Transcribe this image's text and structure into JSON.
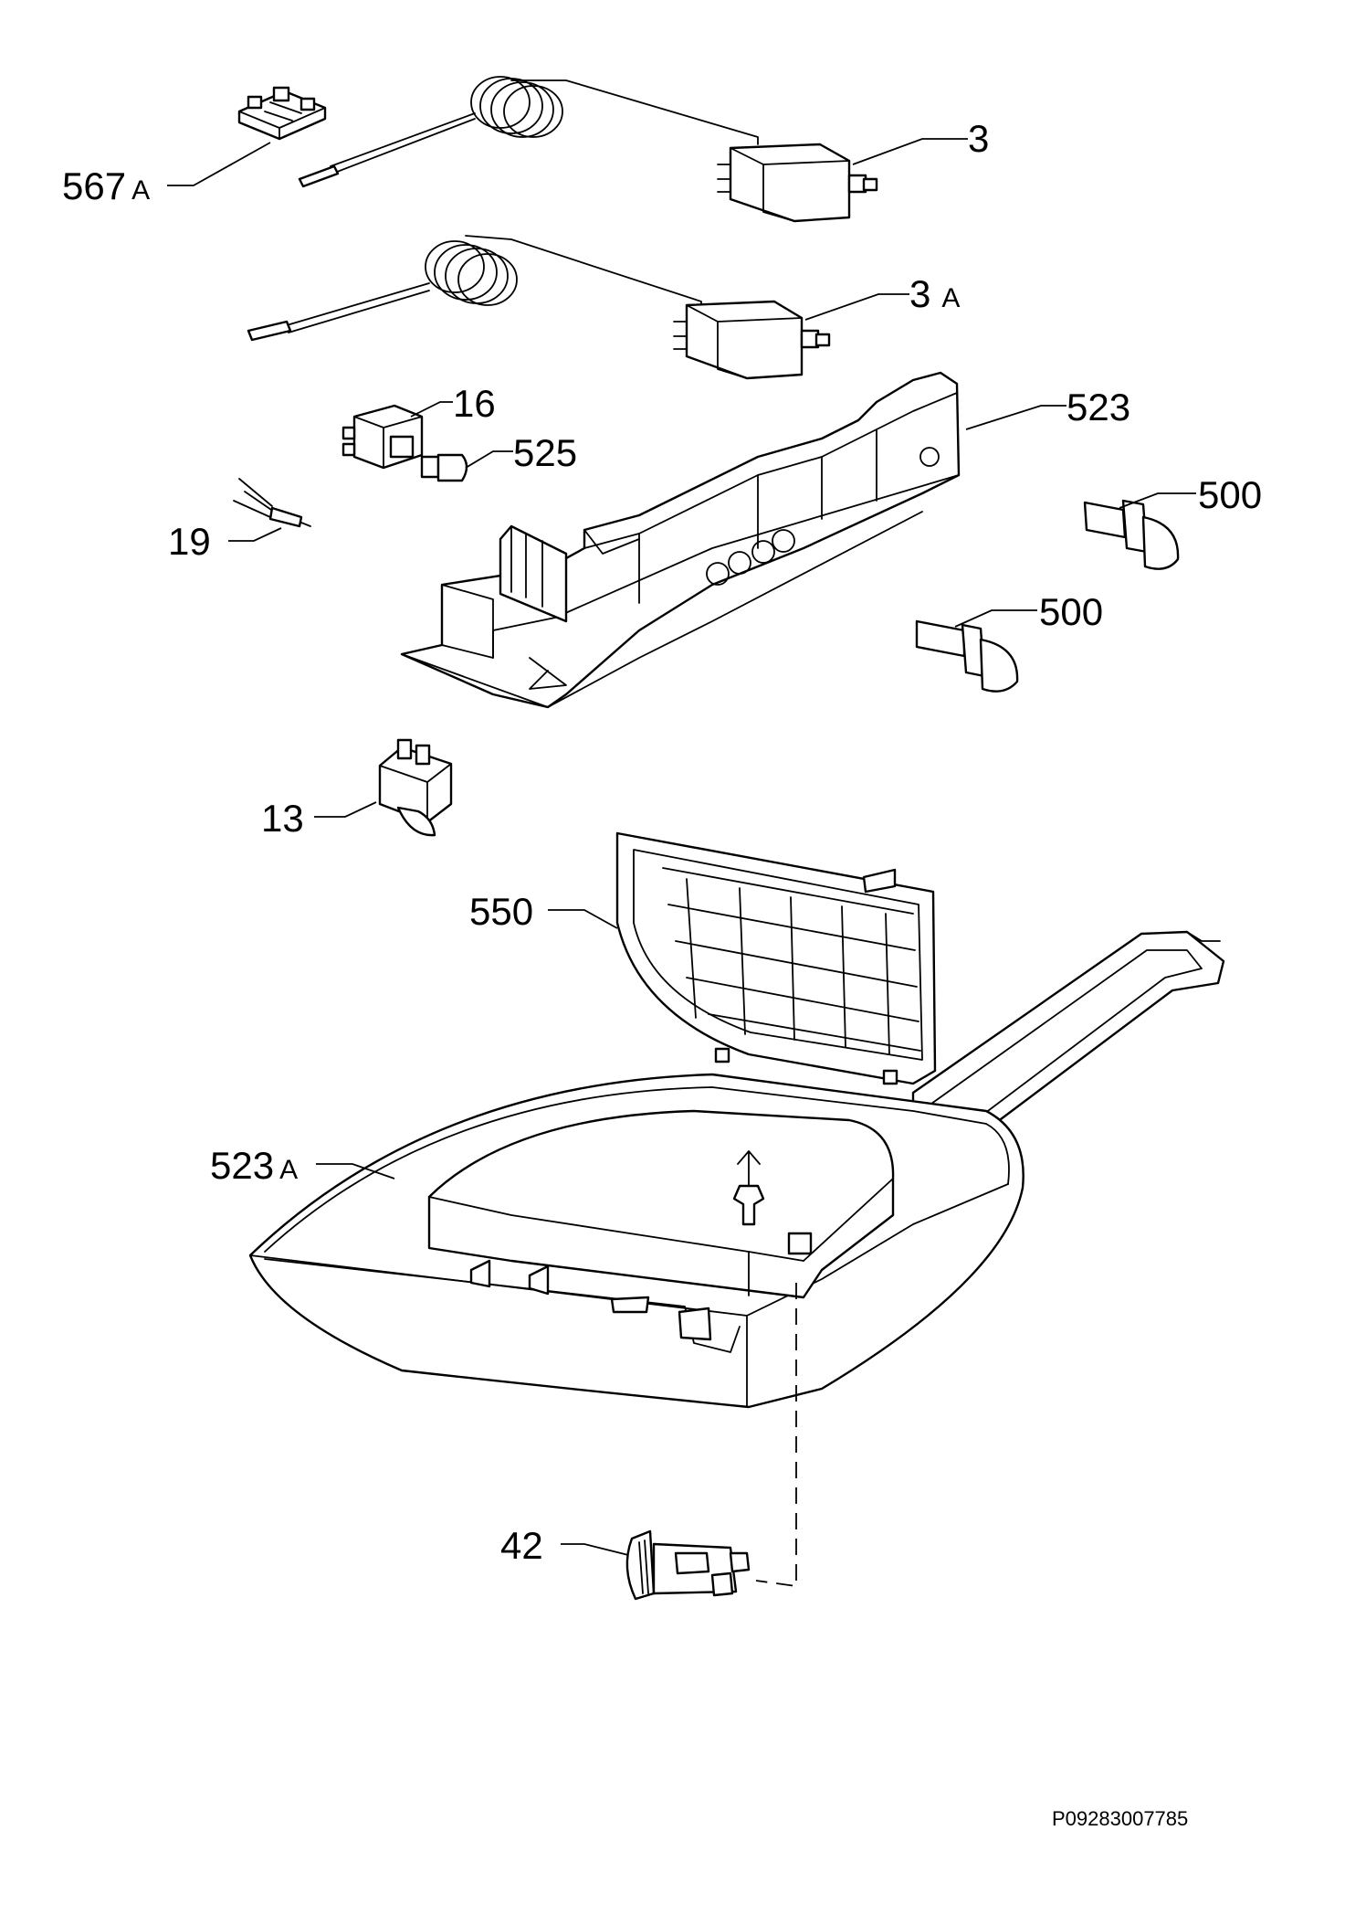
{
  "labels": {
    "l567a": {
      "num": "567",
      "sfx": "A"
    },
    "l3": "3",
    "l3a": {
      "num": "3",
      "sfx": "A"
    },
    "l16": "16",
    "l523": "523",
    "l525": "525",
    "l500a": "500",
    "l500b": "500",
    "l19": "19",
    "l13": "13",
    "l550": "550",
    "l523a": {
      "num": "523",
      "sfx": "A"
    },
    "l42": "42"
  },
  "drawing_code": "P09283007785"
}
